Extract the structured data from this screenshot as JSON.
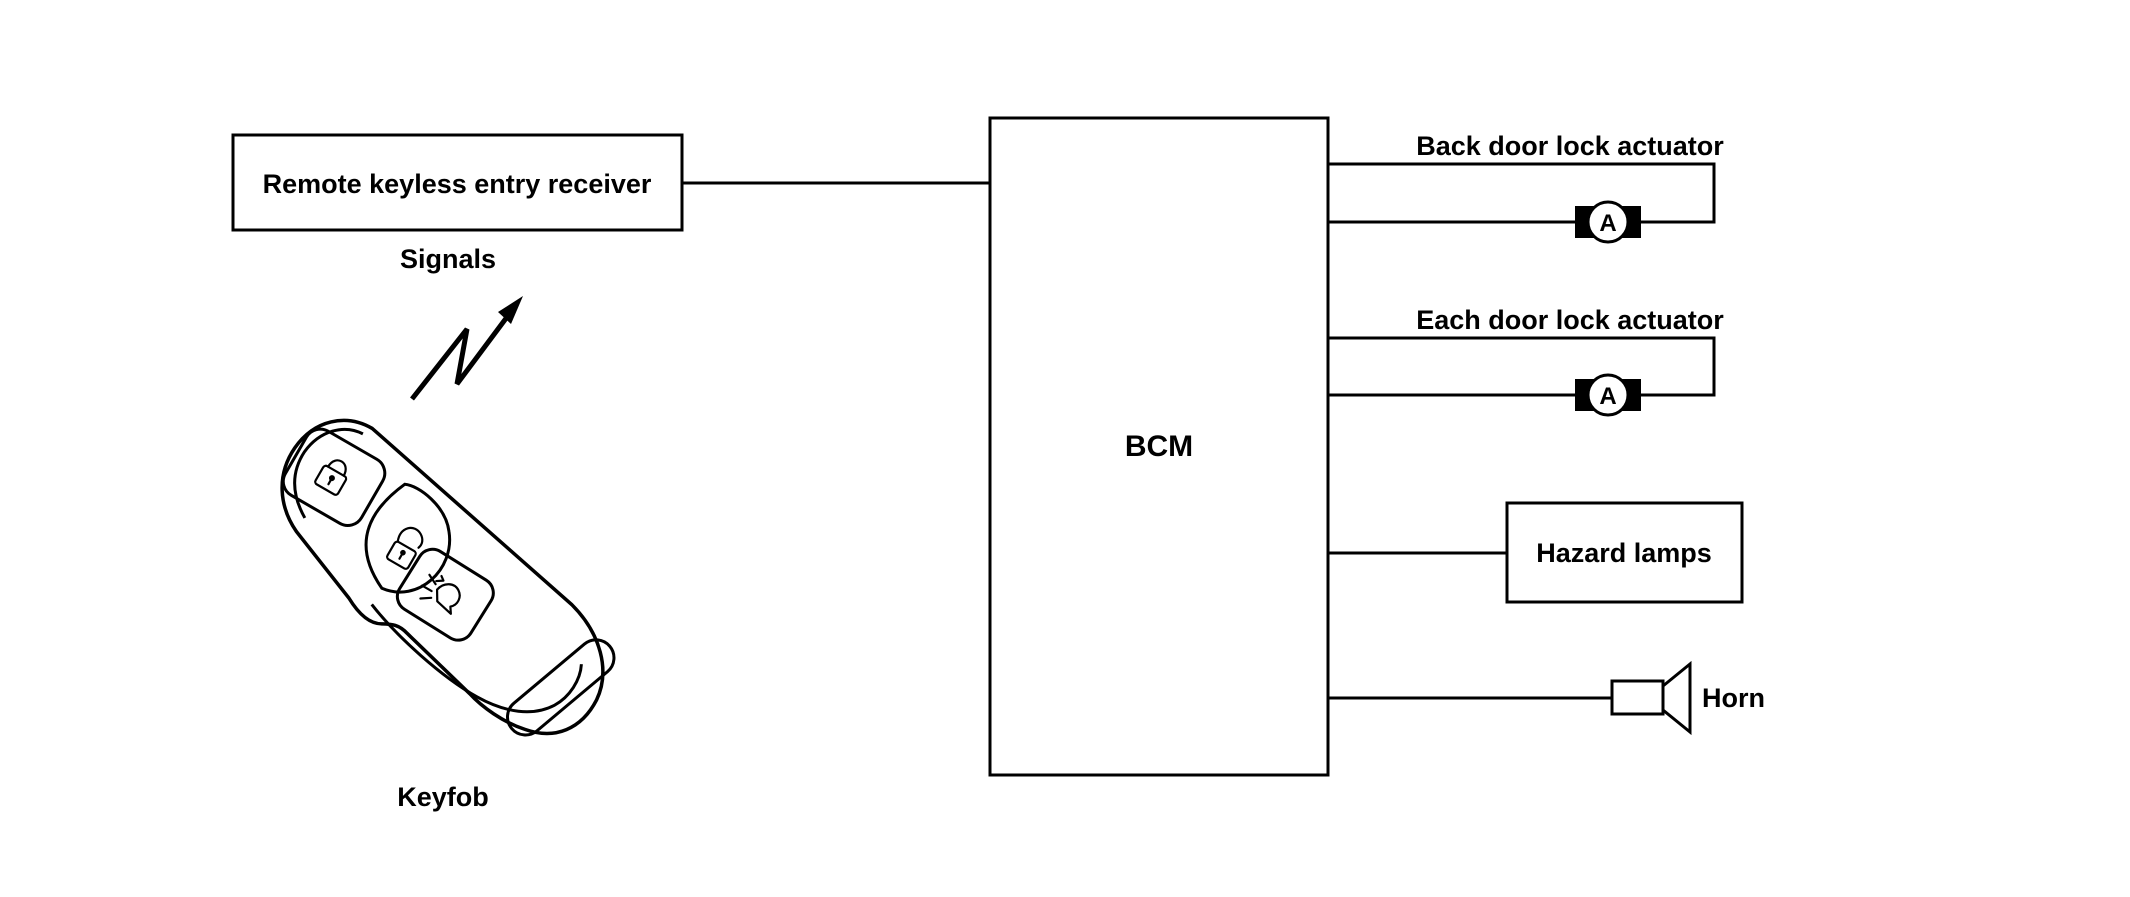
{
  "diagram": {
    "title_context": "Remote keyless entry system diagram",
    "colors": {
      "line": "#000000",
      "background": "#ffffff",
      "text": "#000000"
    },
    "receiver": {
      "label": "Remote keyless entry receiver"
    },
    "signals": {
      "label": "Signals"
    },
    "keyfob": {
      "label": "Keyfob",
      "buttons": [
        {
          "name": "lock",
          "icon": "closed-padlock"
        },
        {
          "name": "unlock",
          "icon": "open-padlock"
        },
        {
          "name": "panic",
          "icon": "horn-alarm"
        }
      ]
    },
    "bcm": {
      "label": "BCM"
    },
    "outputs": [
      {
        "label": "Back door lock actuator",
        "component": "actuator-motor",
        "symbol": "A"
      },
      {
        "label": "Each door lock actuator",
        "component": "actuator-motor",
        "symbol": "A"
      },
      {
        "label": "Hazard lamps",
        "component": "labeled-box"
      },
      {
        "label": "Horn",
        "component": "speaker"
      }
    ]
  }
}
